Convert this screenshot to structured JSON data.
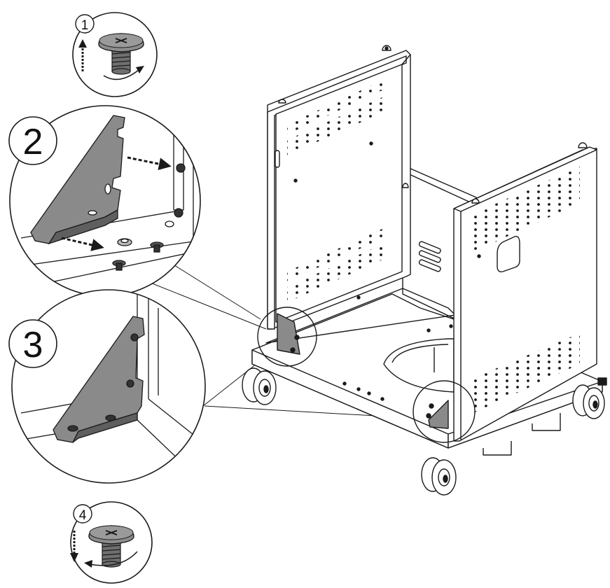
{
  "steps": [
    {
      "label": "1"
    },
    {
      "label": "2"
    },
    {
      "label": "3"
    },
    {
      "label": "4"
    }
  ],
  "colors": {
    "stroke": "#1a1a1a",
    "bracket": "#8a8a8a",
    "bracket_dark": "#5f5f5f",
    "screw_head": "#8c8c8c",
    "panel": "#ffffff"
  }
}
